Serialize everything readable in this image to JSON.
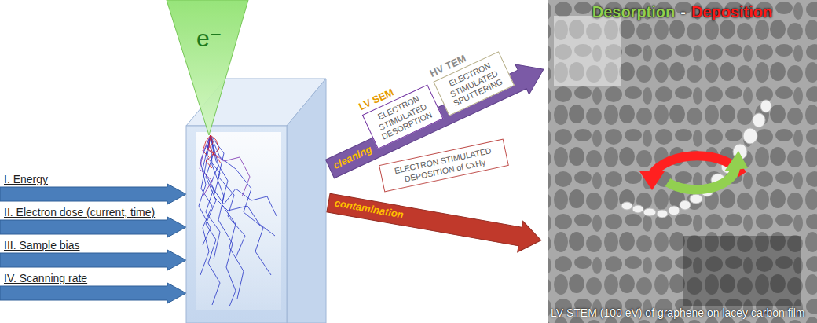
{
  "diagram": {
    "nodes": [
      {
        "text": [
          "LV SEM",
          "ELECTRON STIMULATED DESORPTION"
        ]
      },
      {
        "text": [
          "HV TEM",
          "ELECTRON STIMULATED SPUTTERING"
        ]
      },
      {
        "text": [
          "ELECTRON STIMULATED DEPOSITION of CxHy"
        ]
      }
    ],
    "labels": [
      "e⁻",
      "I. Energy",
      "II. Electron dose (current, time)",
      "III. Sample bias",
      "IV. Scanning rate",
      "cleaning",
      "contamination",
      "Desorption",
      "-",
      "Deposition",
      "LV STEM (100 eV) of graphene on lacey carbon film"
    ]
  }
}
